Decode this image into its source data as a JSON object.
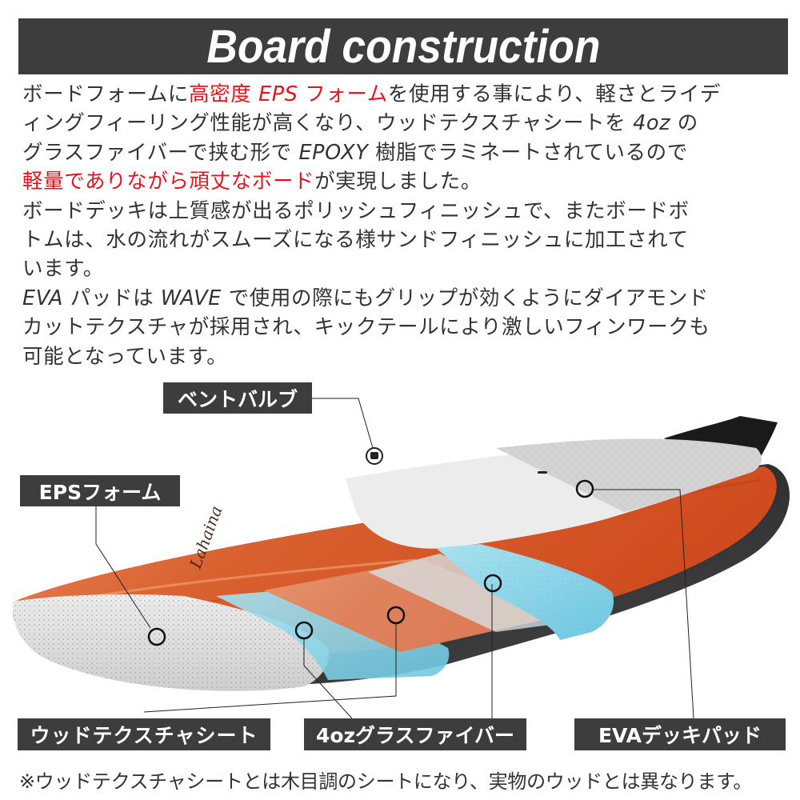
{
  "header": {
    "title": "Board construction"
  },
  "description": {
    "lines": [
      [
        {
          "text": "ボードフォームに",
          "style": "normal"
        },
        {
          "text": "高密度 ",
          "style": "red"
        },
        {
          "text": "EPS",
          "style": "red-italic"
        },
        {
          "text": " フォーム",
          "style": "red"
        },
        {
          "text": "を使用する事により、軽さとライデ",
          "style": "normal"
        }
      ],
      [
        {
          "text": "ィングフィーリング性能が高くなり、ウッドテクスチャシートを ",
          "style": "normal"
        },
        {
          "text": "4oz",
          "style": "italic"
        },
        {
          "text": " の",
          "style": "normal"
        }
      ],
      [
        {
          "text": "グラスファイバーで挟む形で ",
          "style": "normal"
        },
        {
          "text": "EPOXY",
          "style": "italic"
        },
        {
          "text": " 樹脂でラミネートされているので",
          "style": "normal"
        }
      ],
      [
        {
          "text": "軽量でありながら頑丈なボード",
          "style": "red"
        },
        {
          "text": "が実現しました。",
          "style": "normal"
        }
      ],
      [
        {
          "text": "ボードデッキは上質感が出るポリッシュフィニッシュで、またボードボ",
          "style": "normal"
        }
      ],
      [
        {
          "text": "トムは、水の流れがスムーズになる様サンドフィニッシュに加工されて",
          "style": "normal"
        }
      ],
      [
        {
          "text": "います。",
          "style": "normal"
        }
      ],
      [
        {
          "text": "EVA",
          "style": "italic"
        },
        {
          "text": " パッドは ",
          "style": "normal"
        },
        {
          "text": "WAVE",
          "style": "italic"
        },
        {
          "text": " で使用の際にもグリップが効くようにダイアモンド",
          "style": "normal"
        }
      ],
      [
        {
          "text": "カットテクスチャが採用され、キックテールにより激しいフィンワークも",
          "style": "normal"
        }
      ],
      [
        {
          "text": "可能となっています。",
          "style": "normal"
        }
      ]
    ]
  },
  "diagram": {
    "brand_mark": "Lahaina",
    "labels": {
      "vent_valve": "ベントバルブ",
      "eps_foam": "EPSフォーム",
      "wood_texture_sheet": "ウッドテクスチャシート",
      "fiberglass": "4ozグラスファイバー",
      "eva_deck_pad": "EVAデッキパッド"
    },
    "colors": {
      "label_bg": "#3d3d3d",
      "wood": "#d8562a",
      "foam": "#dcdcdc",
      "glass": "#8fd6ea",
      "rail": "#3c3c3c",
      "deck_pad": "#e6e6e6"
    }
  },
  "footnote": "※ウッドテクスチャシートとは木目調のシートになり、実物のウッドとは異なります。",
  "colors": {
    "accent_red": "#e8141b",
    "title_bg": "#3d3d3d",
    "body_text": "#333333"
  }
}
